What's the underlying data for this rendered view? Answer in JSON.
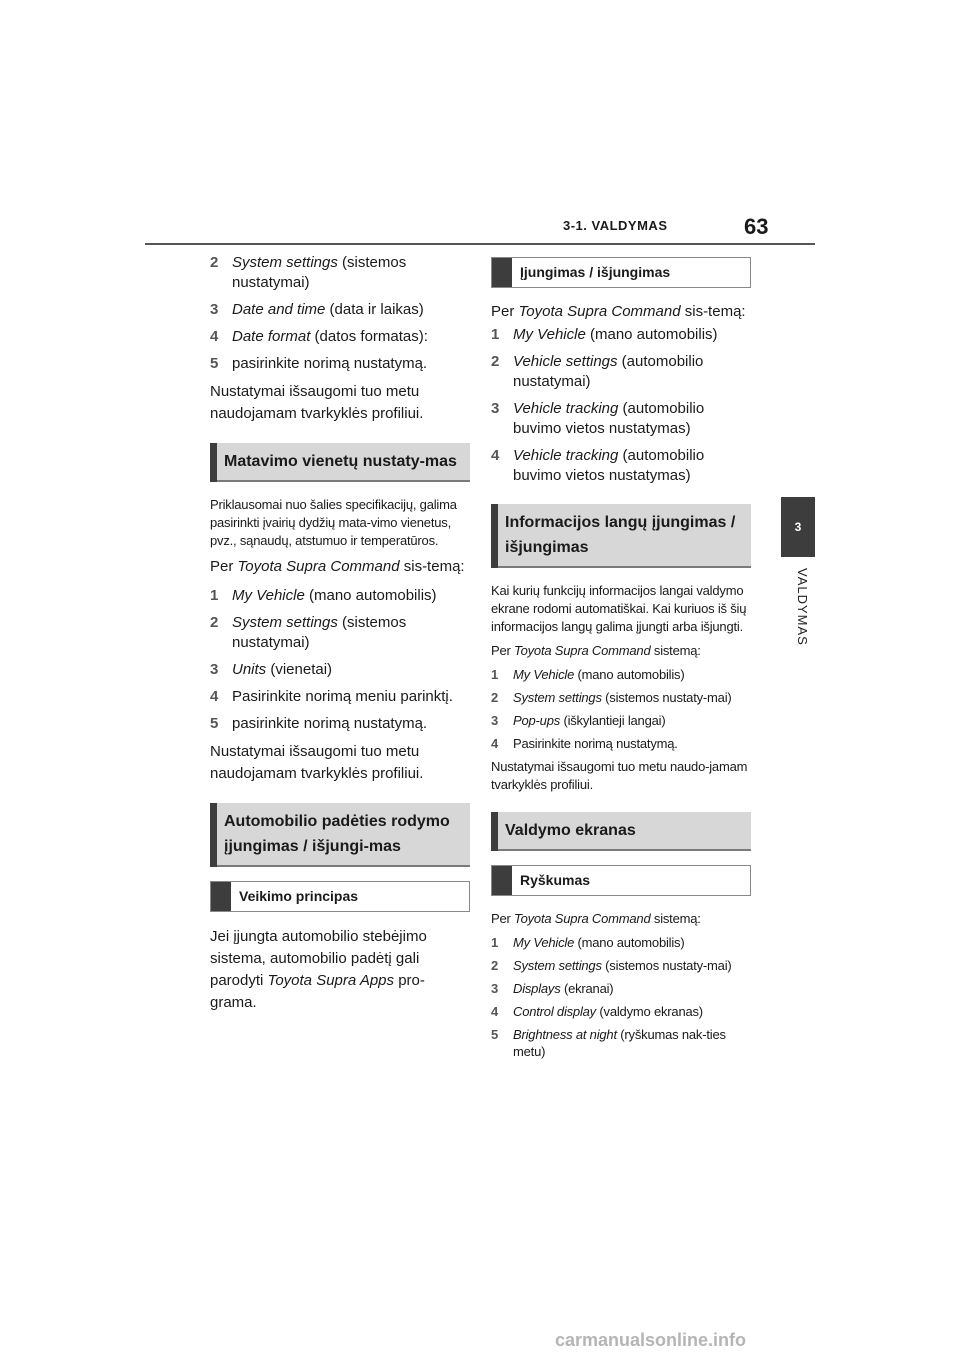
{
  "header": {
    "section": "3-1. VALDYMAS",
    "page_number": "63"
  },
  "side_tab": {
    "number": "3",
    "label": "VALDYMAS"
  },
  "left": {
    "steps_top": [
      {
        "num": "2",
        "term": "System settings",
        "rest": " (sistemos nustatymai)"
      },
      {
        "num": "3",
        "term": "Date and time",
        "rest": " (data ir laikas)"
      },
      {
        "num": "4",
        "term": "Date format",
        "rest": " (datos formatas):"
      },
      {
        "num": "5",
        "term": "",
        "rest": "pasirinkite norimą nustatymą."
      }
    ],
    "saved_note_1": "Nustatymai išsaugomi tuo metu naudojamam tvarkyklės profiliui.",
    "heading_units": "Matavimo vienetų nustaty-mas",
    "units_intro": "Priklausomai nuo šalies specifikacijų, galima pasirinkti įvairių dydžių mata-vimo vienetus, pvz., sąnaudų, atstumuo ir temperatūros.",
    "per_prefix": "Per ",
    "per_term": "Toyota Supra Command",
    "per_suffix": " sis-temą:",
    "steps_units": [
      {
        "num": "1",
        "term": "My Vehicle",
        "rest": " (mano automobilis)"
      },
      {
        "num": "2",
        "term": "System settings",
        "rest": " (sistemos nustatymai)"
      },
      {
        "num": "3",
        "term": "Units",
        "rest": " (vienetai)"
      },
      {
        "num": "4",
        "term": "",
        "rest": "Pasirinkite norimą meniu parinktį."
      },
      {
        "num": "5",
        "term": "",
        "rest": "pasirinkite norimą nustatymą."
      }
    ],
    "saved_note_2": "Nustatymai išsaugomi tuo metu naudojamam tvarkyklės profiliui.",
    "heading_position": "Automobilio padėties rodymo įjungimas / išjungi-mas",
    "subheading_principle": "Veikimo principas",
    "principle_text_1": "Jei įjungta automobilio stebėjimo sistema, automobilio padėtį gali parodyti ",
    "principle_term": "Toyota Supra Apps",
    "principle_text_2": " pro-grama."
  },
  "right": {
    "subheading_onoff": "Įjungimas / išjungimas",
    "per_prefix": "Per ",
    "per_term": "Toyota Supra Command",
    "per_suffix": " sis-temą:",
    "steps_onoff": [
      {
        "num": "1",
        "term": "My Vehicle",
        "rest": " (mano automobilis)"
      },
      {
        "num": "2",
        "term": "Vehicle settings",
        "rest": " (automobilio nustatymai)"
      },
      {
        "num": "3",
        "term": "Vehicle tracking",
        "rest": " (automobilio buvimo vietos nustatymas)"
      },
      {
        "num": "4",
        "term": "Vehicle tracking",
        "rest": " (automobilio buvimo vietos nustatymas)"
      }
    ],
    "heading_info": "Informacijos langų įjungimas / išjungimas",
    "info_intro": "Kai kurių funkcijų informacijos langai valdymo ekrane rodomi automatiškai. Kai kuriuos iš šių informacijos langų galima įjungti arba išjungti.",
    "info_per_prefix": "Per ",
    "info_per_term": "Toyota Supra Command",
    "info_per_suffix": " sistemą:",
    "steps_info": [
      {
        "num": "1",
        "term": "My Vehicle",
        "rest": " (mano automobilis)"
      },
      {
        "num": "2",
        "term": "System settings",
        "rest": " (sistemos nustaty-mai)"
      },
      {
        "num": "3",
        "term": "Pop-ups",
        "rest": " (iškylantieji langai)"
      },
      {
        "num": "4",
        "term": "",
        "rest": "Pasirinkite norimą nustatymą."
      }
    ],
    "info_saved": "Nustatymai išsaugomi tuo metu naudo-jamam tvarkyklės profiliui.",
    "heading_display": "Valdymo ekranas",
    "subheading_brightness": "Ryškumas",
    "br_per_prefix": "Per ",
    "br_per_term": "Toyota Supra Command",
    "br_per_suffix": " sistemą:",
    "steps_brightness": [
      {
        "num": "1",
        "term": "My Vehicle",
        "rest": " (mano automobilis)"
      },
      {
        "num": "2",
        "term": "System settings",
        "rest": " (sistemos nustaty-mai)"
      },
      {
        "num": "3",
        "term": "Displays",
        "rest": " (ekranai)"
      },
      {
        "num": "4",
        "term": "Control display",
        "rest": " (valdymo ekranas)"
      },
      {
        "num": "5",
        "term": "Brightness at night",
        "rest": " (ryškumas nak-ties metu)"
      }
    ]
  },
  "watermark": "carmanualsonline.info"
}
